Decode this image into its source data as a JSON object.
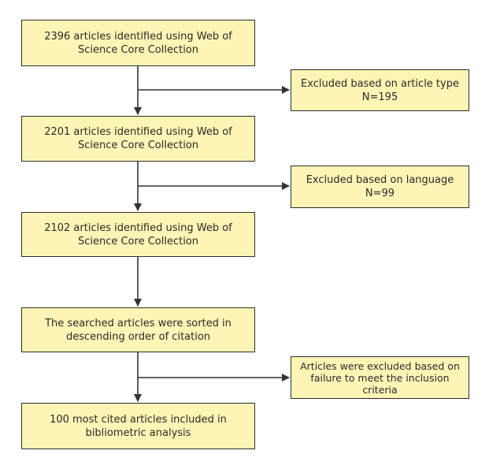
{
  "steps": [
    {
      "text": "2396 articles identified using Web of\nScience Core Collection"
    },
    {
      "text": "2201 articles identified using Web of\nScience Core Collection"
    },
    {
      "text": "2102 articles identified using Web of\nScience Core Collection"
    },
    {
      "text": "The searched articles were sorted in\ndescending order of citation"
    },
    {
      "text": "100 most cited articles included in\nbibliometric analysis"
    }
  ],
  "exclusions": [
    {
      "text": "Excluded based on article type\nN=195"
    },
    {
      "text": "Excluded based on language\nN=99"
    },
    {
      "text": "Articles were excluded based on\nfailure to meet the inclusion\ncriteria"
    }
  ],
  "colors": {
    "box_fill": "#fdf5b5",
    "box_border": "#2e2e2e",
    "connector": "#333333",
    "text": "#2a2a2a"
  }
}
